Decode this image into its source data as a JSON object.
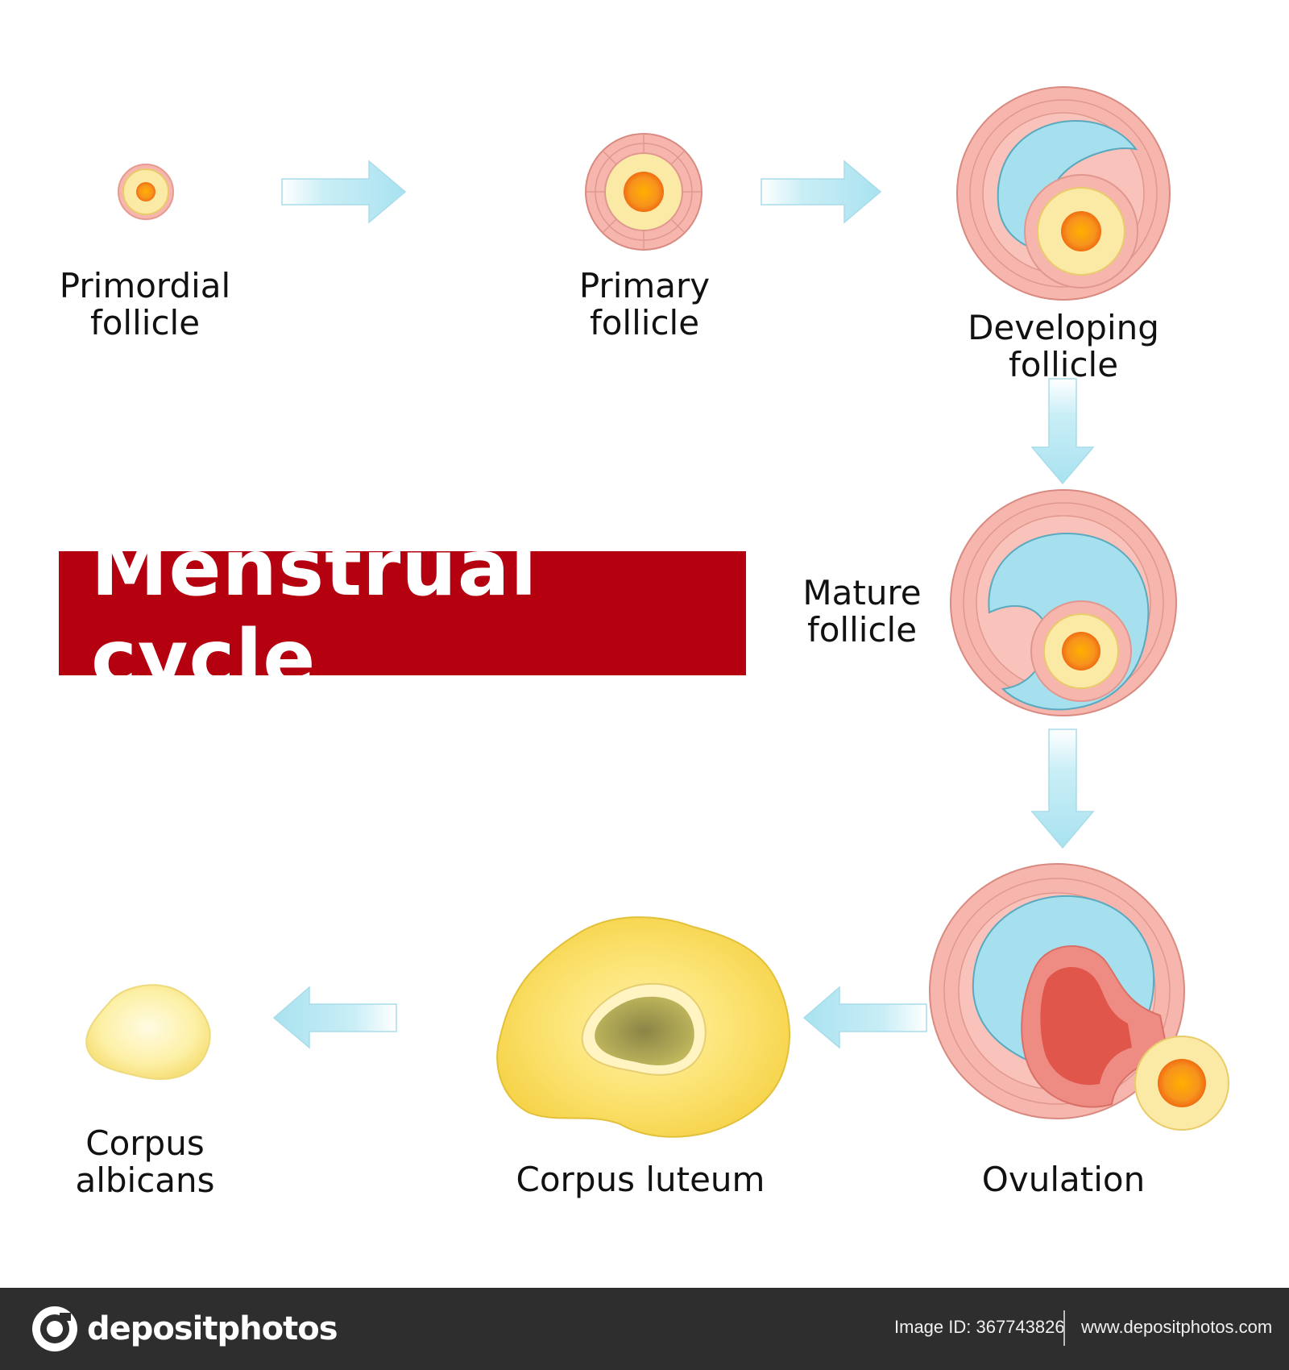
{
  "title": "Menstrual cycle",
  "stages": {
    "primordial": "Primordial\nfollicle",
    "primary": "Primary\nfollicle",
    "developing": "Developing\nfollicle",
    "mature": "Mature\nfollicle",
    "ovulation": "Ovulation",
    "luteum": "Corpus luteum",
    "albicans": "Corpus\nalbicans"
  },
  "footer": {
    "brand": "depositphotos",
    "image_id": "Image ID: 367743826",
    "site": "www.depositphotos.com"
  },
  "colors": {
    "title_bg": "#b5000f",
    "arrow": "#bfe9f3",
    "follicle_cells": "#f6b6ae",
    "antrum": "#a6e0ee",
    "oocyte": "#f7931e",
    "zona": "#fbe9a6",
    "luteum": "#f9df63",
    "footer_bg": "#2e2e2e"
  }
}
